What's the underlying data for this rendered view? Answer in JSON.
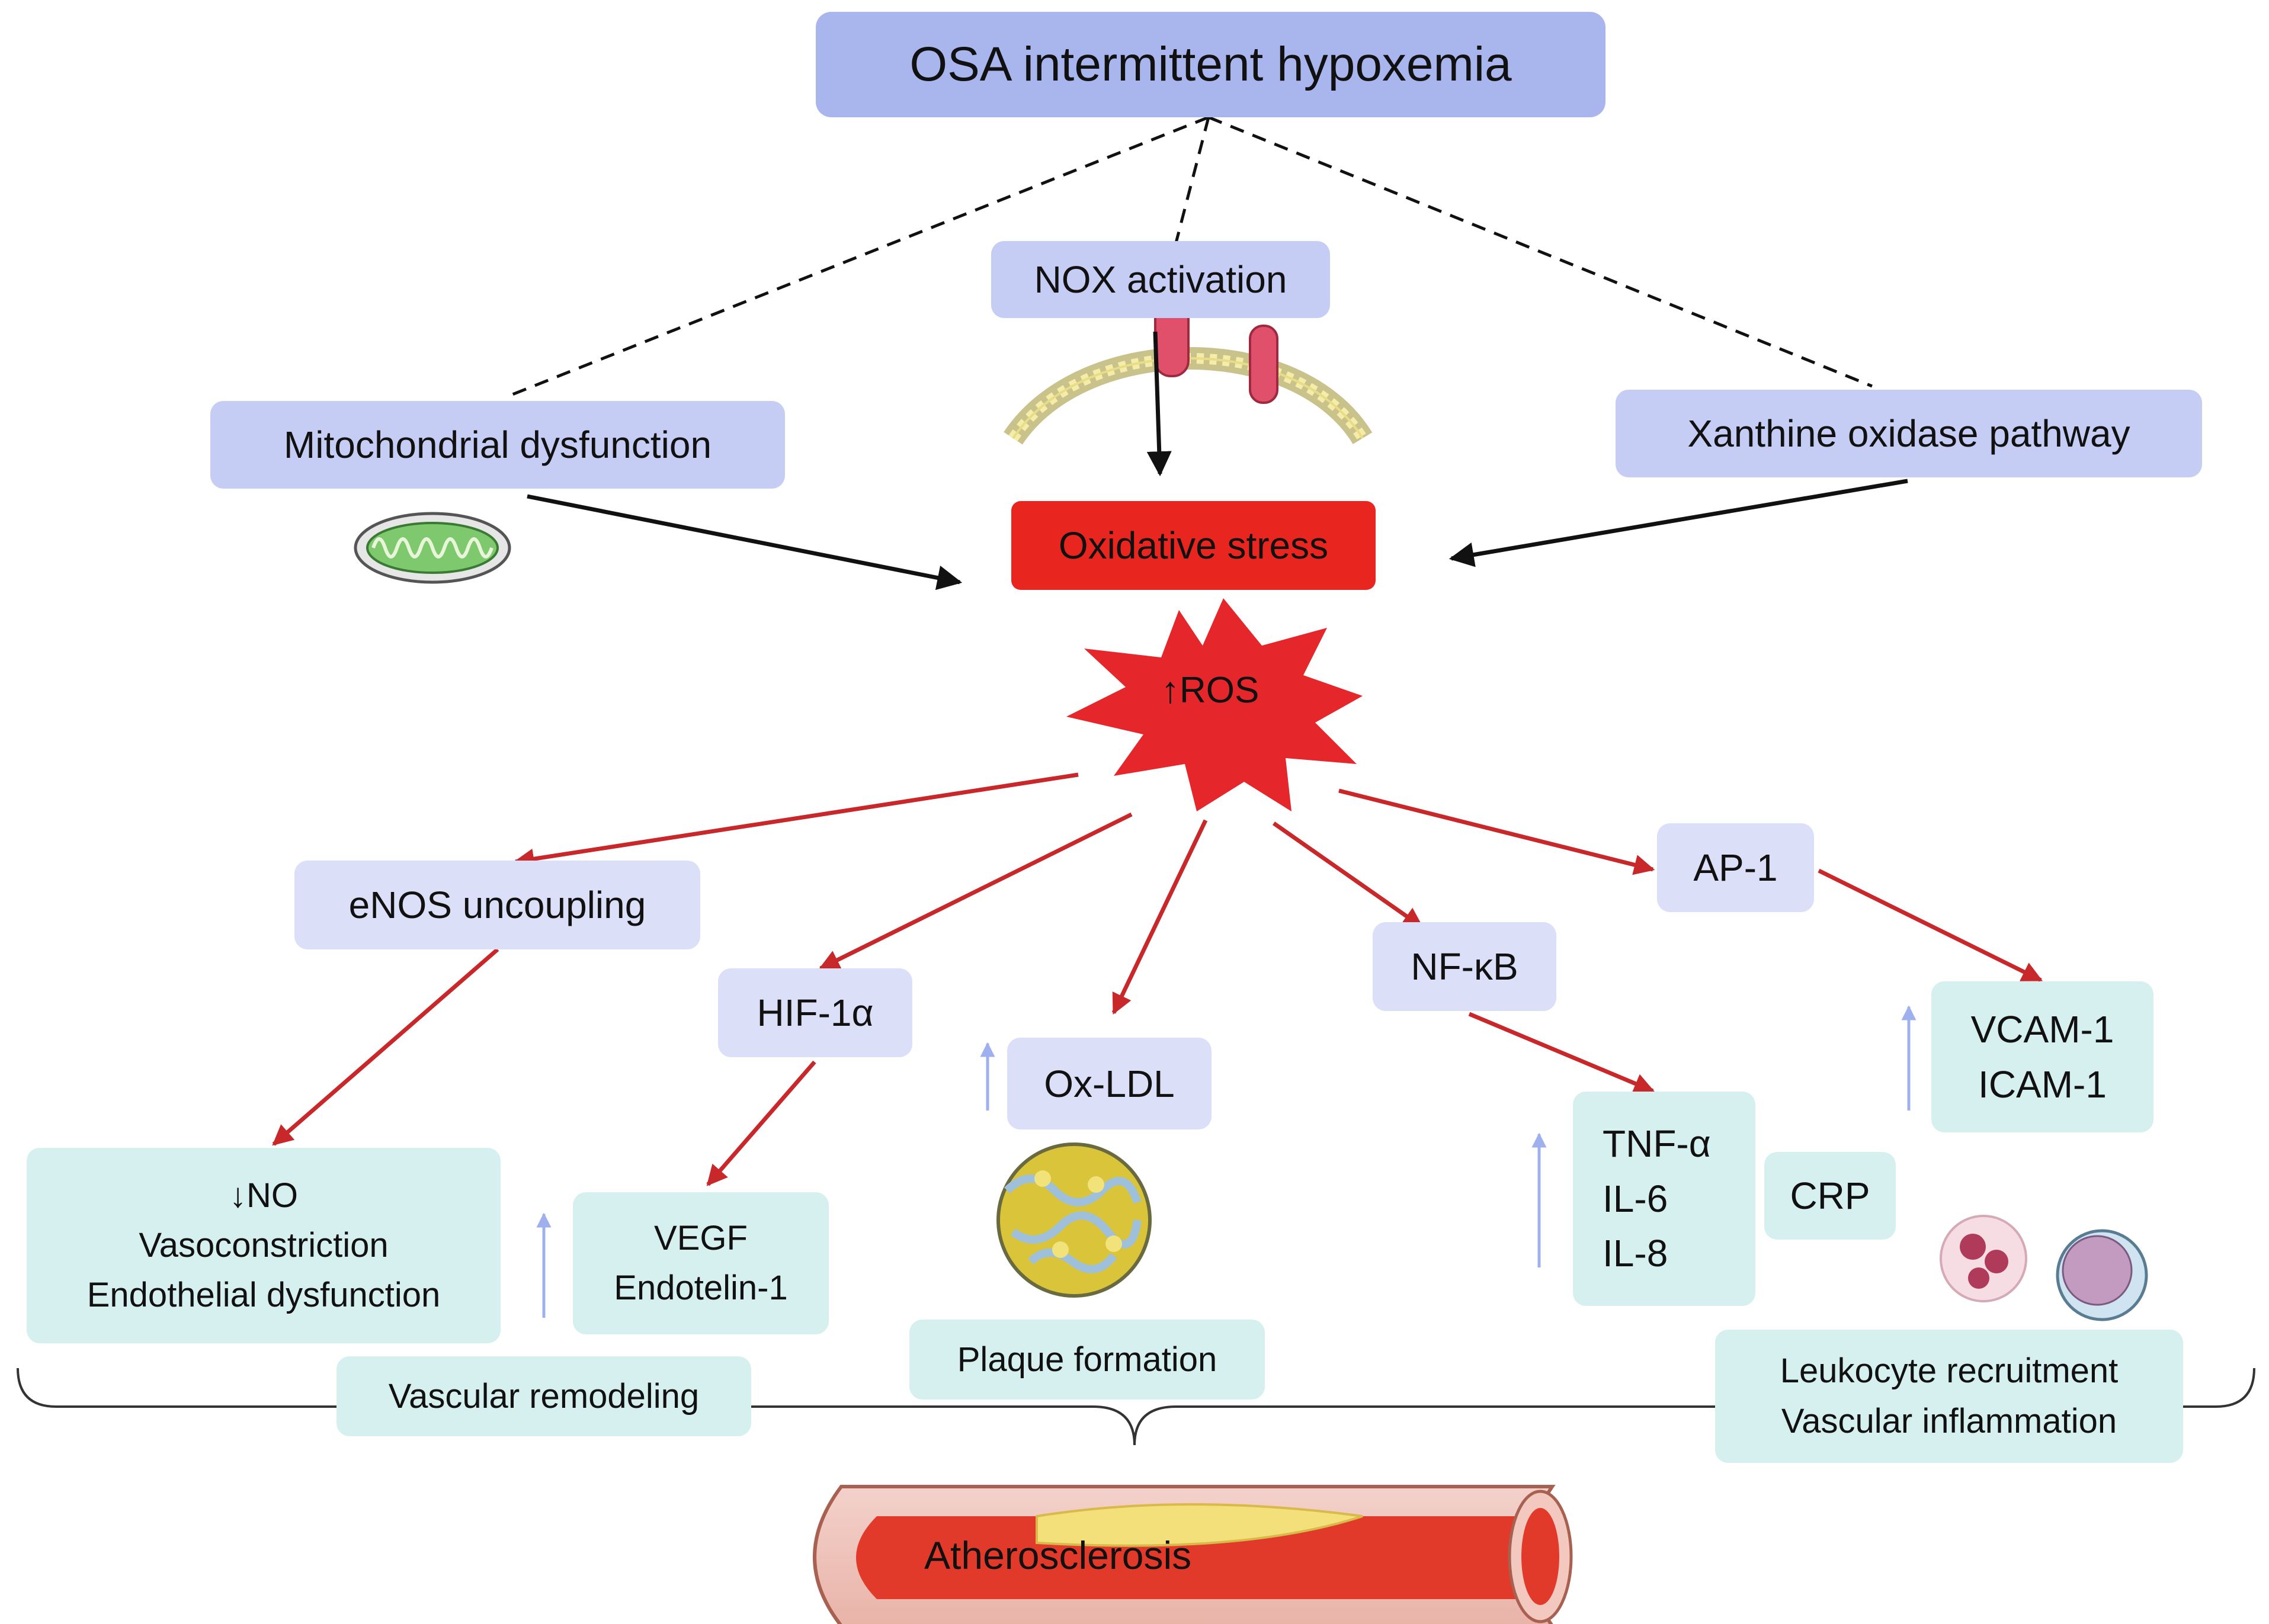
{
  "top": {
    "label": "OSA intermittent hypoxemia"
  },
  "sources": {
    "nox": "NOX activation",
    "mito": "Mitochondrial dysfunction",
    "xanthine": "Xanthine oxidase pathway"
  },
  "oxidative_stress": "Oxidative stress",
  "ros": "ROS",
  "mediators": {
    "enos": "eNOS uncoupling",
    "hif": "HIF-1α",
    "oxldl": "Ox-LDL",
    "nfkb": "NF-κB",
    "ap1": "AP-1"
  },
  "effects": {
    "no_box": [
      "↓NO",
      "Vasoconstriction",
      "Endothelial dysfunction"
    ],
    "vegf_box": [
      "VEGF",
      "Endotelin-1"
    ],
    "cytokines": [
      "TNF-α",
      "IL-6",
      "IL-8"
    ],
    "crp": "CRP",
    "adhesion": [
      "VCAM-1",
      "ICAM-1"
    ]
  },
  "outcomes": {
    "remodeling": "Vascular remodeling",
    "plaque": "Plaque formation",
    "inflammation": [
      "Leukocyte recruitment",
      "Vascular inflammation"
    ]
  },
  "final": "Atherosclerosis",
  "colors": {
    "top_box": "#a9b6ee",
    "source_box": "#c5cdf5",
    "mediator_box": "#dcdff8",
    "effect_box": "#d6efef",
    "oxidative_box": "#e8261f",
    "red_arrow": "#c8282a",
    "up_arrow": "#9fb0ee"
  }
}
